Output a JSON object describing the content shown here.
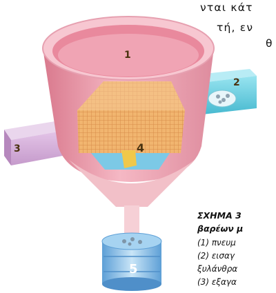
{
  "text_fragments": [
    "νται κάτ",
    "τή,  εν",
    "θ"
  ],
  "figure": {
    "labels": [
      "1",
      "2",
      "3",
      "4",
      "5"
    ],
    "colors": {
      "chamber": "#f2a5b4",
      "chamber_inner": "#e8889b",
      "inlet": "#6fd2e3",
      "outlet": "#d7b2dc",
      "grate": "#efb67a",
      "collector": "#7fb4e0",
      "label": "#4a3210"
    }
  },
  "caption": {
    "title_lines": [
      "ΣΧΗΜΑ 3",
      "βαρέων μ"
    ],
    "lines": [
      "(1) πνευμ",
      "(2) εισαγ",
      "ξυλάνθρα",
      "(3) εξαγα"
    ]
  }
}
